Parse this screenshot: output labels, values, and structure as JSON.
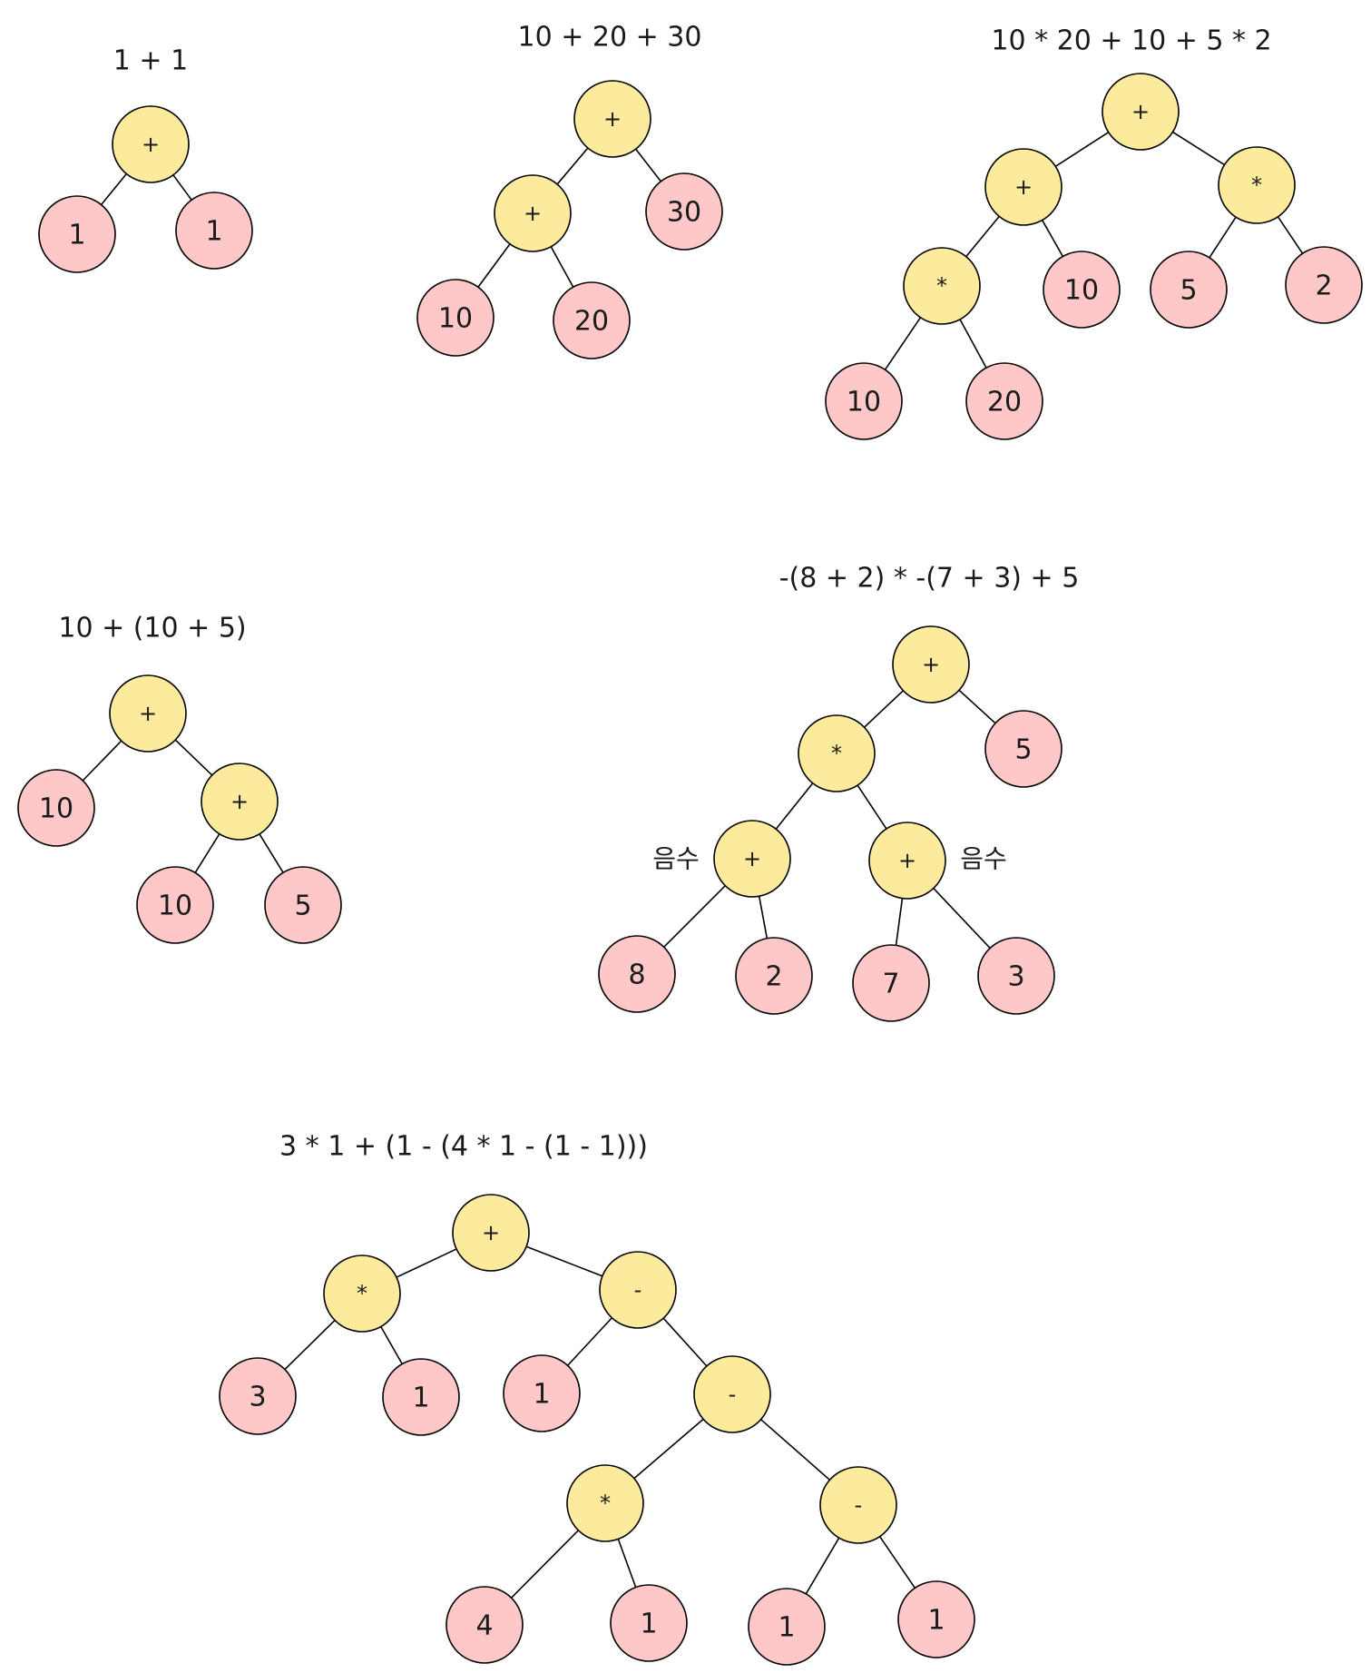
{
  "colors": {
    "operator_fill": "#fdeb9d",
    "operand_fill": "#fec8c9",
    "stroke": "#000000",
    "text": "#1a1a1a"
  },
  "trees": [
    {
      "title": "1 + 1",
      "nodes": [
        {
          "id": "a0",
          "label": "+",
          "kind": "operator"
        },
        {
          "id": "a1",
          "label": "1",
          "kind": "operand"
        },
        {
          "id": "a2",
          "label": "1",
          "kind": "operand"
        }
      ],
      "edges": [
        [
          "a0",
          "a1"
        ],
        [
          "a0",
          "a2"
        ]
      ]
    },
    {
      "title": "10 + 20 + 30",
      "nodes": [
        {
          "id": "b0",
          "label": "+",
          "kind": "operator"
        },
        {
          "id": "b1",
          "label": "+",
          "kind": "operator"
        },
        {
          "id": "b2",
          "label": "30",
          "kind": "operand"
        },
        {
          "id": "b3",
          "label": "10",
          "kind": "operand"
        },
        {
          "id": "b4",
          "label": "20",
          "kind": "operand"
        }
      ],
      "edges": [
        [
          "b0",
          "b1"
        ],
        [
          "b0",
          "b2"
        ],
        [
          "b1",
          "b3"
        ],
        [
          "b1",
          "b4"
        ]
      ]
    },
    {
      "title": "10 * 20 + 10 + 5 * 2",
      "nodes": [
        {
          "id": "c0",
          "label": "+",
          "kind": "operator"
        },
        {
          "id": "c1",
          "label": "+",
          "kind": "operator"
        },
        {
          "id": "c2",
          "label": "*",
          "kind": "operator"
        },
        {
          "id": "c3",
          "label": "*",
          "kind": "operator"
        },
        {
          "id": "c4",
          "label": "10",
          "kind": "operand"
        },
        {
          "id": "c5",
          "label": "5",
          "kind": "operand"
        },
        {
          "id": "c6",
          "label": "2",
          "kind": "operand"
        },
        {
          "id": "c7",
          "label": "10",
          "kind": "operand"
        },
        {
          "id": "c8",
          "label": "20",
          "kind": "operand"
        }
      ],
      "edges": [
        [
          "c0",
          "c1"
        ],
        [
          "c0",
          "c2"
        ],
        [
          "c1",
          "c3"
        ],
        [
          "c1",
          "c4"
        ],
        [
          "c2",
          "c5"
        ],
        [
          "c2",
          "c6"
        ],
        [
          "c3",
          "c7"
        ],
        [
          "c3",
          "c8"
        ]
      ]
    },
    {
      "title": "10 + (10 + 5)",
      "nodes": [
        {
          "id": "d0",
          "label": "+",
          "kind": "operator"
        },
        {
          "id": "d1",
          "label": "10",
          "kind": "operand"
        },
        {
          "id": "d2",
          "label": "+",
          "kind": "operator"
        },
        {
          "id": "d3",
          "label": "10",
          "kind": "operand"
        },
        {
          "id": "d4",
          "label": "5",
          "kind": "operand"
        }
      ],
      "edges": [
        [
          "d0",
          "d1"
        ],
        [
          "d0",
          "d2"
        ],
        [
          "d2",
          "d3"
        ],
        [
          "d2",
          "d4"
        ]
      ]
    },
    {
      "title": "-(8 + 2) * -(7 + 3) + 5",
      "nodes": [
        {
          "id": "e0",
          "label": "+",
          "kind": "operator"
        },
        {
          "id": "e1",
          "label": "*",
          "kind": "operator"
        },
        {
          "id": "e2",
          "label": "5",
          "kind": "operand"
        },
        {
          "id": "e3",
          "label": "+",
          "kind": "operator",
          "note": "음수"
        },
        {
          "id": "e4",
          "label": "+",
          "kind": "operator",
          "note": "음수"
        },
        {
          "id": "e5",
          "label": "8",
          "kind": "operand"
        },
        {
          "id": "e6",
          "label": "2",
          "kind": "operand"
        },
        {
          "id": "e7",
          "label": "7",
          "kind": "operand"
        },
        {
          "id": "e8",
          "label": "3",
          "kind": "operand"
        }
      ],
      "edges": [
        [
          "e0",
          "e1"
        ],
        [
          "e0",
          "e2"
        ],
        [
          "e1",
          "e3"
        ],
        [
          "e1",
          "e4"
        ],
        [
          "e3",
          "e5"
        ],
        [
          "e3",
          "e6"
        ],
        [
          "e4",
          "e7"
        ],
        [
          "e4",
          "e8"
        ]
      ]
    },
    {
      "title": "3 * 1 + (1 - (4 * 1 - (1 - 1)))",
      "nodes": [
        {
          "id": "f0",
          "label": "+",
          "kind": "operator"
        },
        {
          "id": "f1",
          "label": "*",
          "kind": "operator"
        },
        {
          "id": "f2",
          "label": "-",
          "kind": "operator"
        },
        {
          "id": "f3",
          "label": "3",
          "kind": "operand"
        },
        {
          "id": "f4",
          "label": "1",
          "kind": "operand"
        },
        {
          "id": "f5",
          "label": "1",
          "kind": "operand"
        },
        {
          "id": "f6",
          "label": "-",
          "kind": "operator"
        },
        {
          "id": "f7",
          "label": "*",
          "kind": "operator"
        },
        {
          "id": "f8",
          "label": "-",
          "kind": "operator"
        },
        {
          "id": "f9",
          "label": "4",
          "kind": "operand"
        },
        {
          "id": "f10",
          "label": "1",
          "kind": "operand"
        },
        {
          "id": "f11",
          "label": "1",
          "kind": "operand"
        },
        {
          "id": "f12",
          "label": "1",
          "kind": "operand"
        }
      ],
      "edges": [
        [
          "f0",
          "f1"
        ],
        [
          "f0",
          "f2"
        ],
        [
          "f1",
          "f3"
        ],
        [
          "f1",
          "f4"
        ],
        [
          "f2",
          "f5"
        ],
        [
          "f2",
          "f6"
        ],
        [
          "f6",
          "f7"
        ],
        [
          "f6",
          "f8"
        ],
        [
          "f7",
          "f9"
        ],
        [
          "f7",
          "f10"
        ],
        [
          "f8",
          "f11"
        ],
        [
          "f8",
          "f12"
        ]
      ]
    }
  ]
}
